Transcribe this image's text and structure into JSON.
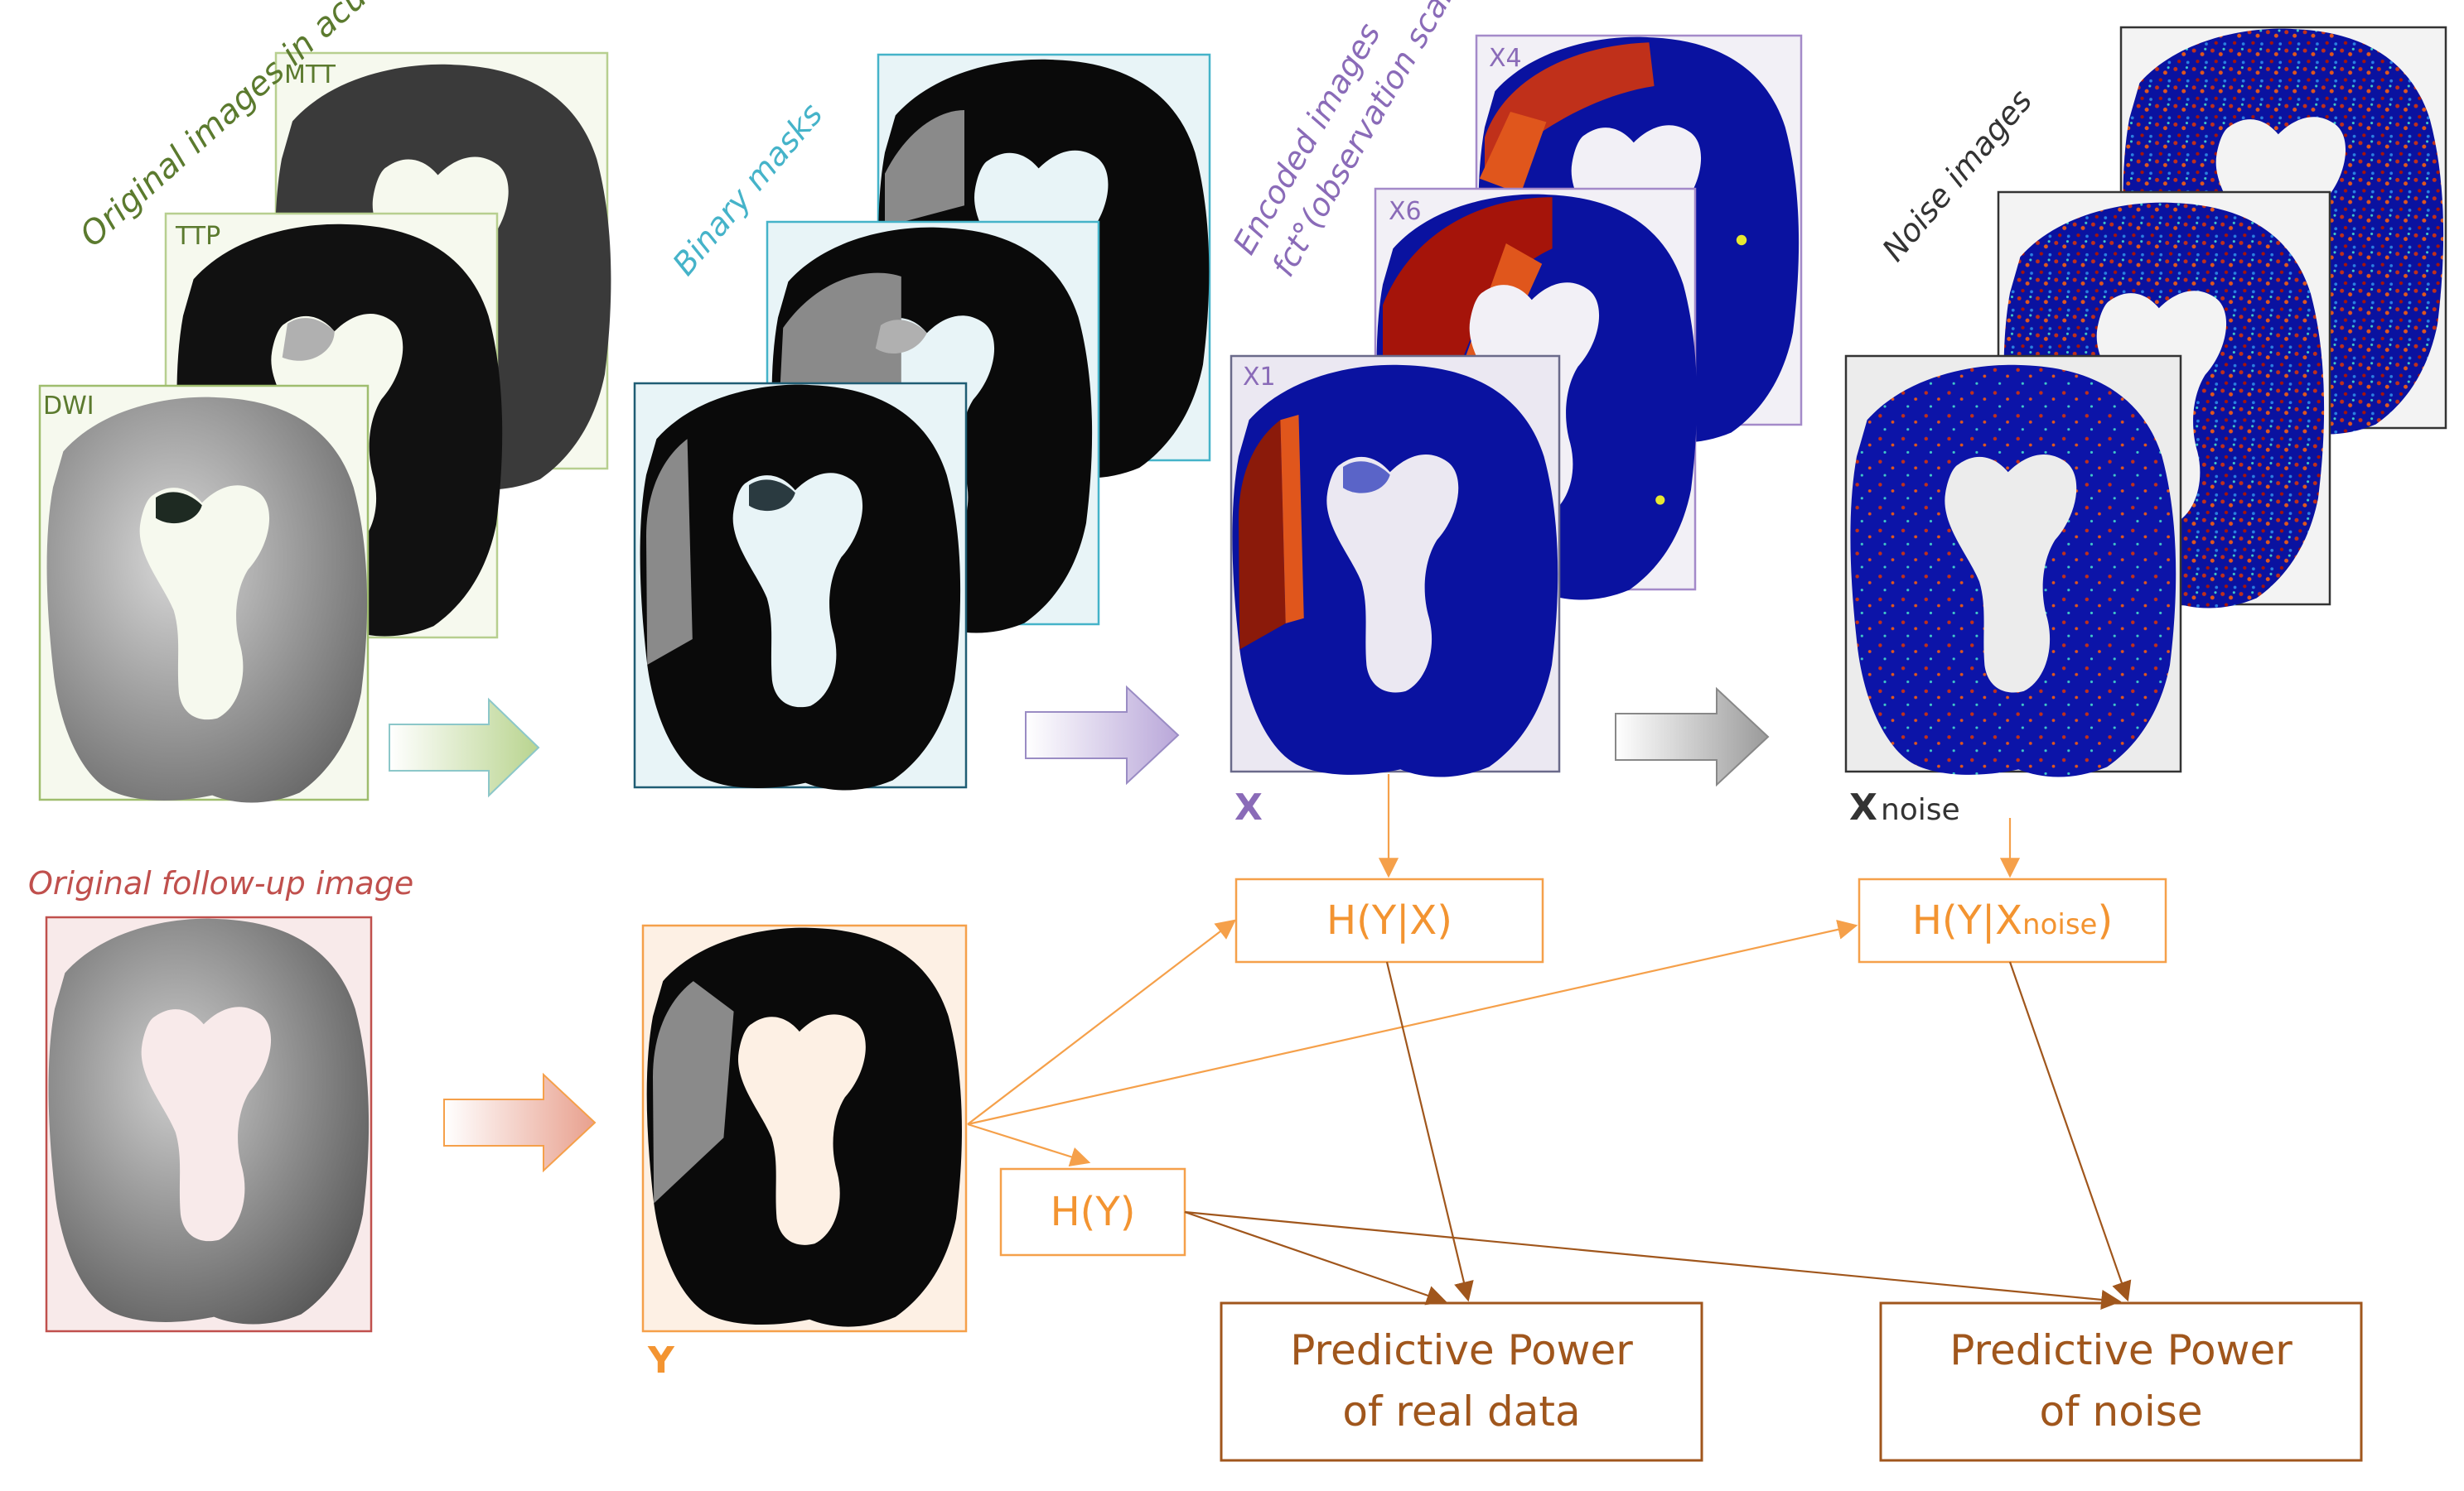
{
  "colors": {
    "green": "#5b7a2e",
    "green_frame": "#b7cf8f",
    "cyan": "#45b3c9",
    "purple": "#8a6bb8",
    "purple_frame": "#a48ac9",
    "dark": "#333333",
    "red": "#c0504d",
    "orange": "#f5a04a",
    "orange_text": "#f39431",
    "brown": "#a0561c",
    "navy": "#0a12a0",
    "darkred": "#8b1a0a",
    "brainblack": "#0a0a0a"
  },
  "labels": {
    "original_acute": "Original images in acute stage",
    "binary_masks": "Binary masks",
    "encoded_line1": "Encoded images",
    "encoded_line2": "fct°(observation scale)",
    "noise_images": "Noise images",
    "followup": "Original follow-up image"
  },
  "panels": {
    "mtt": "MTT",
    "ttp": "TTP",
    "dwi": "DWI",
    "x4": "X4",
    "x6": "X6",
    "x1": "X1"
  },
  "vars": {
    "x": "X",
    "xnoise_main": "X",
    "xnoise_sub": "noise",
    "y": "Y"
  },
  "boxes": {
    "hyx": "H(Y|X)",
    "hyxnoise_main": "H(Y|X",
    "hyxnoise_sub": "noise",
    "hyxnoise_close": ")",
    "hy": "H(Y)",
    "pp_real_1": "Predictive Power",
    "pp_real_2": "of real data",
    "pp_noise_1": "Predictive Power",
    "pp_noise_2": "of noise"
  }
}
